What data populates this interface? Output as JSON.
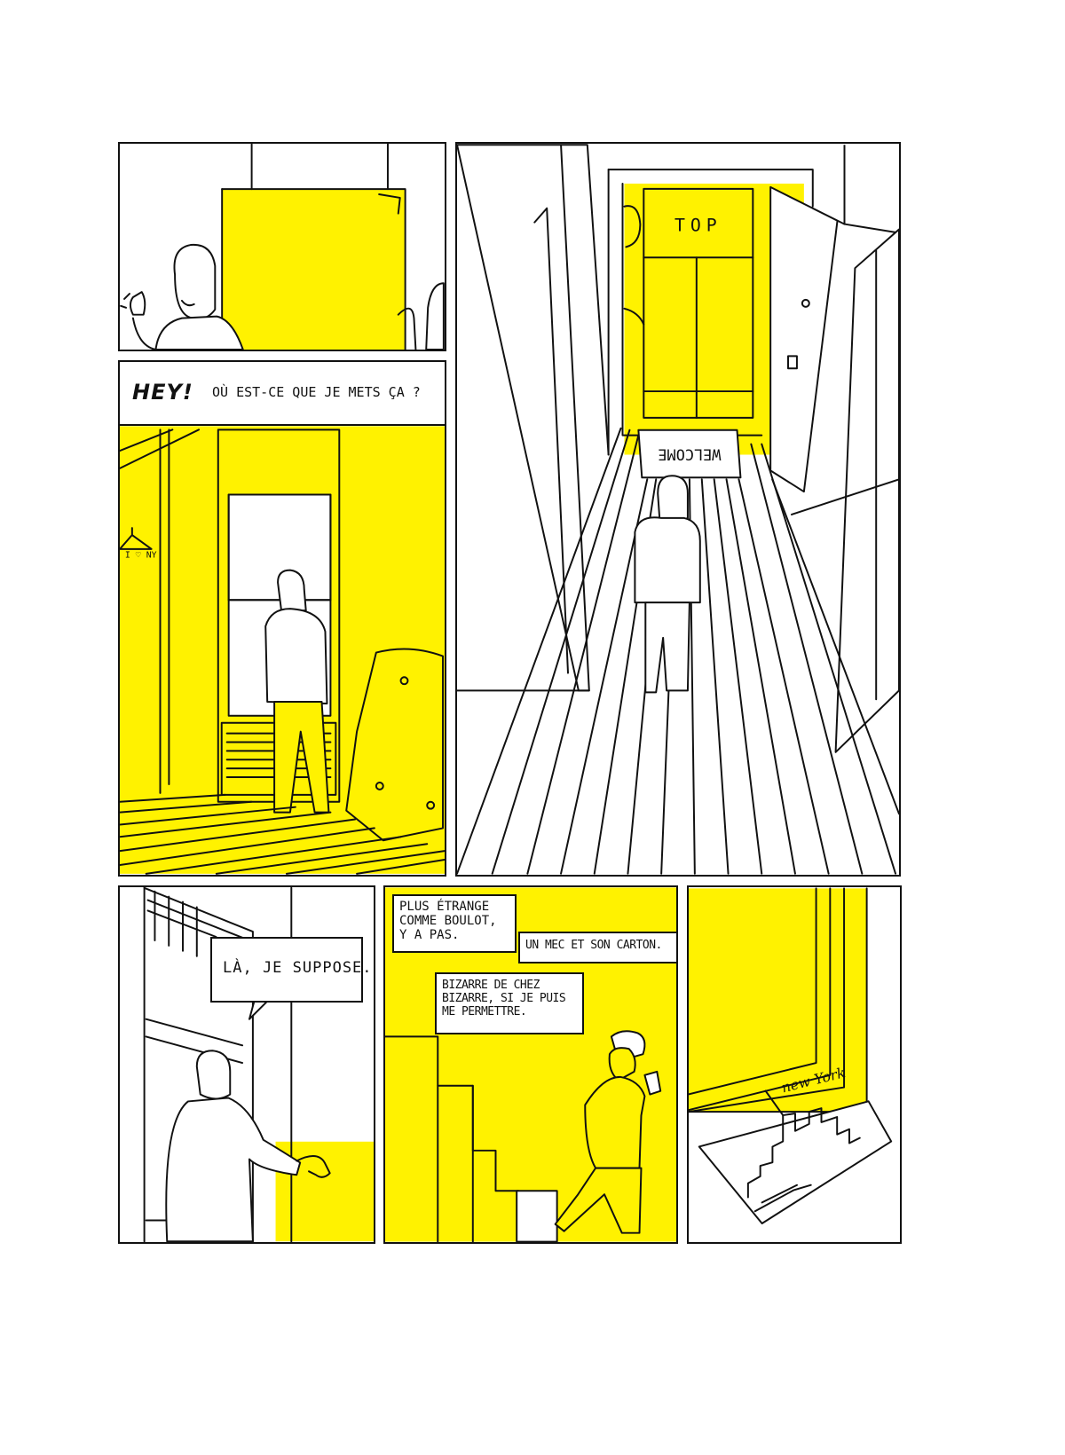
{
  "panel2": {
    "box_label": "TOP",
    "mat_label": "WELCOME"
  },
  "panel3": {
    "exclamation": "HEY!",
    "question": "OÙ EST-CE QUE JE METS ÇA ?",
    "hanger_label": "I ♡ NY"
  },
  "panel4": {
    "speech": "LÀ, JE SUPPOSE."
  },
  "panel5": {
    "caption_1": "PLUS ÉTRANGE\nCOMME BOULOT,\nY A PAS.",
    "caption_2": "UN MEC ET SON CARTON.",
    "caption_3": "BIZARRE DE CHEZ\nBIZARRE, SI JE PUIS\nME PERMETTRE."
  },
  "panel6": {
    "map_label": "new York"
  },
  "colors": {
    "accent": "#fff200",
    "ink": "#111111",
    "paper": "#ffffff"
  }
}
